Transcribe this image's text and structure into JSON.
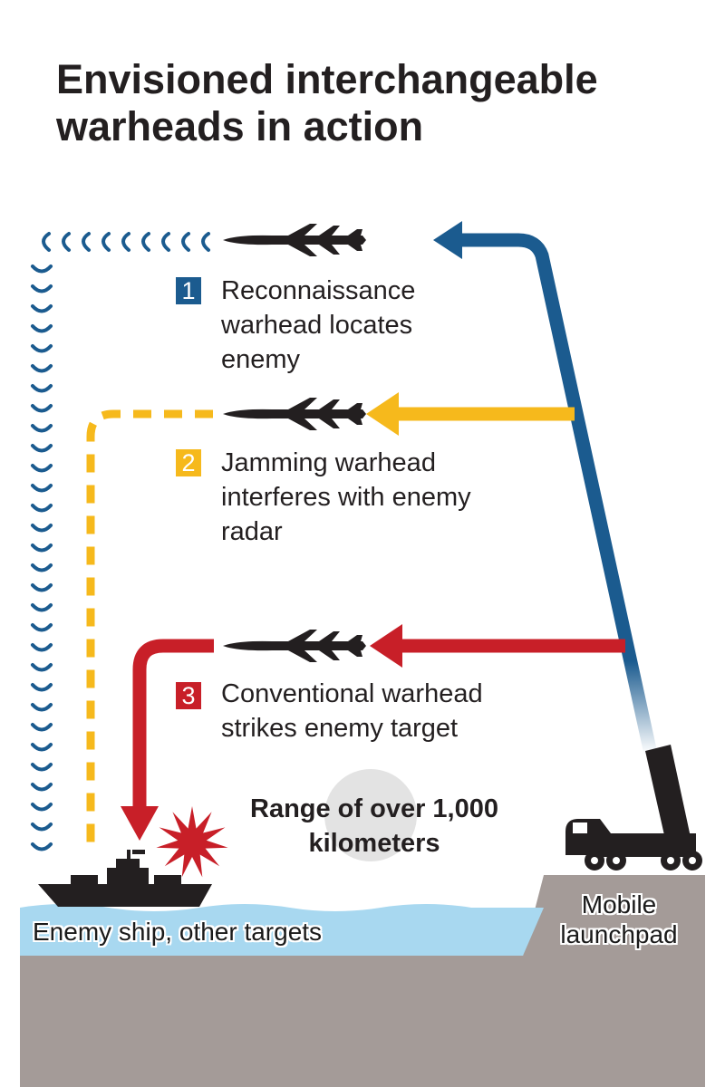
{
  "title": "Envisioned interchangeable warheads in action",
  "colors": {
    "blue": "#1b5b8f",
    "yellow": "#f6b91c",
    "red": "#c81f28",
    "ground": "#a49b98",
    "water": "#a8d8f0",
    "missile": "#231f20"
  },
  "steps": [
    {
      "number": "1",
      "text": "Reconnaissance warhead locates enemy",
      "color": "#1b5b8f"
    },
    {
      "number": "2",
      "text": "Jamming warhead interferes with enemy radar",
      "color": "#f6b91c"
    },
    {
      "number": "3",
      "text": "Conventional warhead strikes enemy target",
      "color": "#c81f28"
    }
  ],
  "range_label": "Range of over 1,000 kilometers",
  "target_label": "Enemy ship, other targets",
  "launcher_label": "Mobile launchpad",
  "icons": [
    "missile-icon",
    "ship-icon",
    "explosion-icon",
    "launcher-truck-icon",
    "radar-wave-icon"
  ]
}
